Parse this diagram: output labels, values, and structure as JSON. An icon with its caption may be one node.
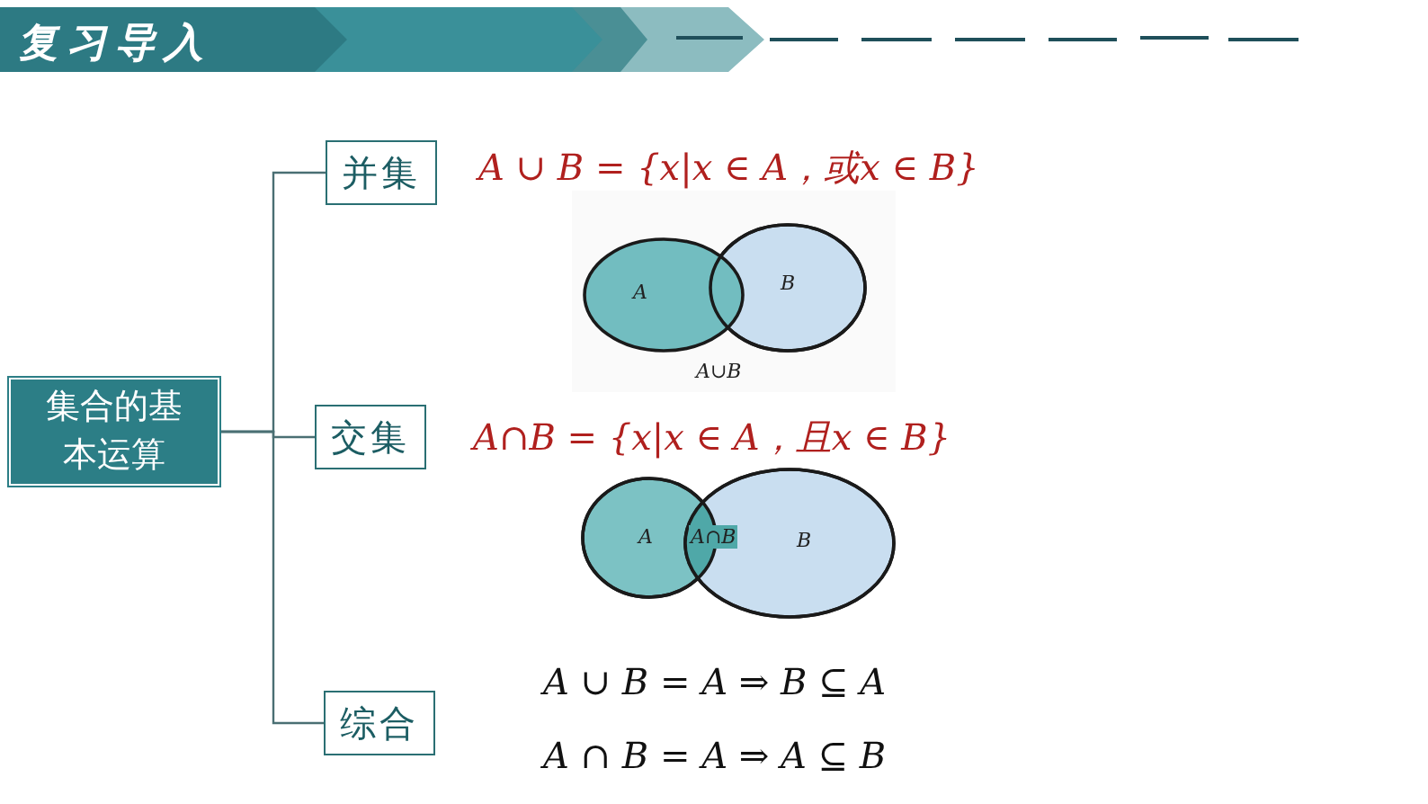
{
  "diagram": {
    "title": "复习导入",
    "nodes": [
      {
        "text": [
          "集合的基本运算"
        ]
      },
      {
        "text": [
          "并集"
        ],
        "beside": [
          "A ∪ B = {x|x ∈ A，或x ∈ B}"
        ]
      },
      {
        "text": [
          "交集"
        ],
        "beside": [
          "A∩B = {x|x ∈ A，且x ∈ B}"
        ]
      },
      {
        "text": [
          "综合"
        ],
        "beside": [
          "A ∪ B = A ⇒ B ⊆ A",
          "A ∩ B = A ⇒ A ⊆ B"
        ]
      }
    ],
    "edges": [
      {
        "from": 0,
        "to": 1,
        "arrow": "none"
      },
      {
        "from": 0,
        "to": 2,
        "arrow": "none"
      },
      {
        "from": 0,
        "to": 3,
        "arrow": "none"
      }
    ],
    "labels": [
      "A",
      "B",
      "A∪B",
      "A",
      "A∩B",
      "B"
    ]
  }
}
